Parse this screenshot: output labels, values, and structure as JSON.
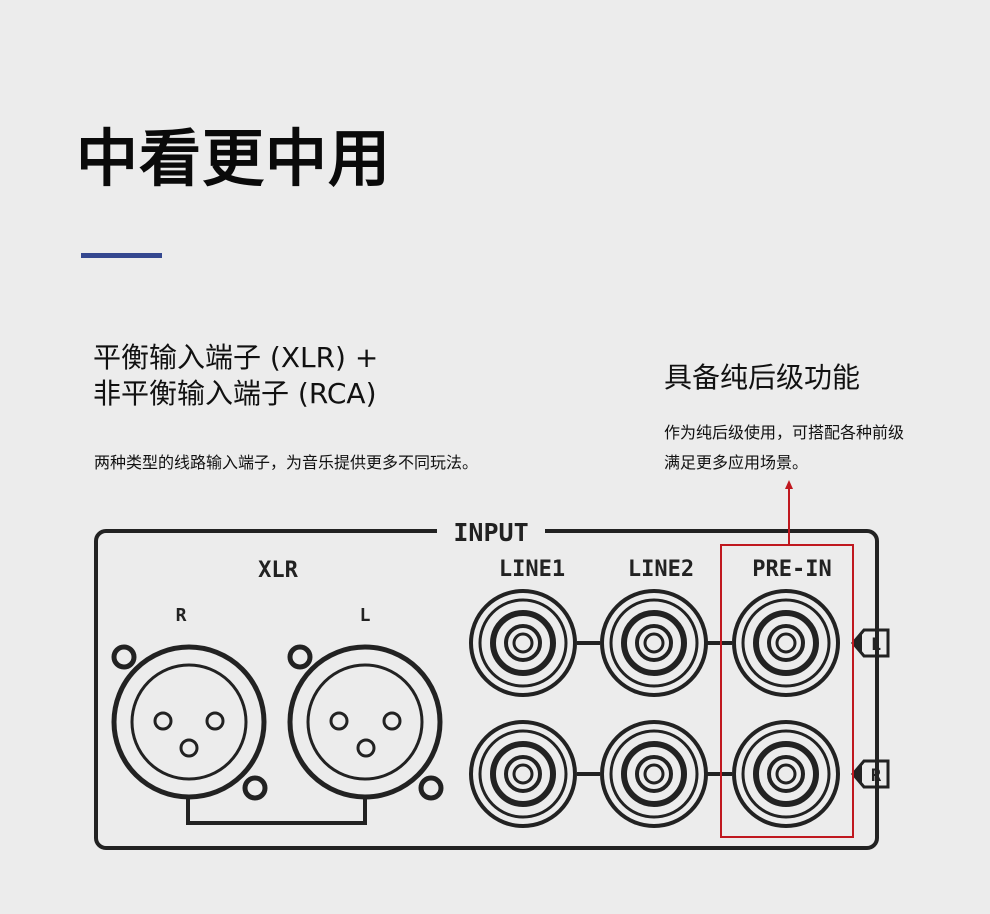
{
  "headline": "中看更中用",
  "left_block": {
    "title_line1": "平衡输入端子 (XLR) +",
    "title_line2": "非平衡输入端子 (RCA)",
    "description": "两种类型的线路输入端子，为音乐提供更多不同玩法。"
  },
  "right_block": {
    "title": "具备纯后级功能",
    "desc_line1": "作为纯后级使用，可搭配各种前级",
    "desc_line2": "满足更多应用场景。"
  },
  "panel": {
    "input_label": "INPUT",
    "xlr_label": "XLR",
    "xlr_right": "R",
    "xlr_left": "L",
    "line1_label": "LINE1",
    "line2_label": "LINE2",
    "prein_label": "PRE-IN",
    "row_left": "L",
    "row_right": "R"
  },
  "colors": {
    "accent_bar": "#34478f",
    "highlight": "#c0181f",
    "panel_line": "#222222"
  }
}
